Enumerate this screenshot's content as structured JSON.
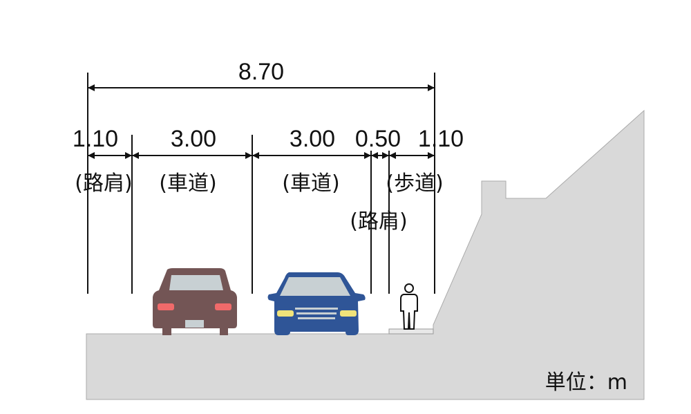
{
  "total_width": "8.70",
  "segments": [
    {
      "width": "1.10",
      "label": "(路肩)"
    },
    {
      "width": "3.00",
      "label": "(車道)"
    },
    {
      "width": "3.00",
      "label": "(車道)"
    },
    {
      "width": "0.50",
      "label": "(路肩)"
    },
    {
      "width": "1.10",
      "label": "(歩道)"
    }
  ],
  "unit_label": "単位：m",
  "colors": {
    "ground": "#d9d9d9",
    "car_rear": "#735555",
    "car_front": "#2f5597",
    "glass": "#c8d0d3"
  }
}
